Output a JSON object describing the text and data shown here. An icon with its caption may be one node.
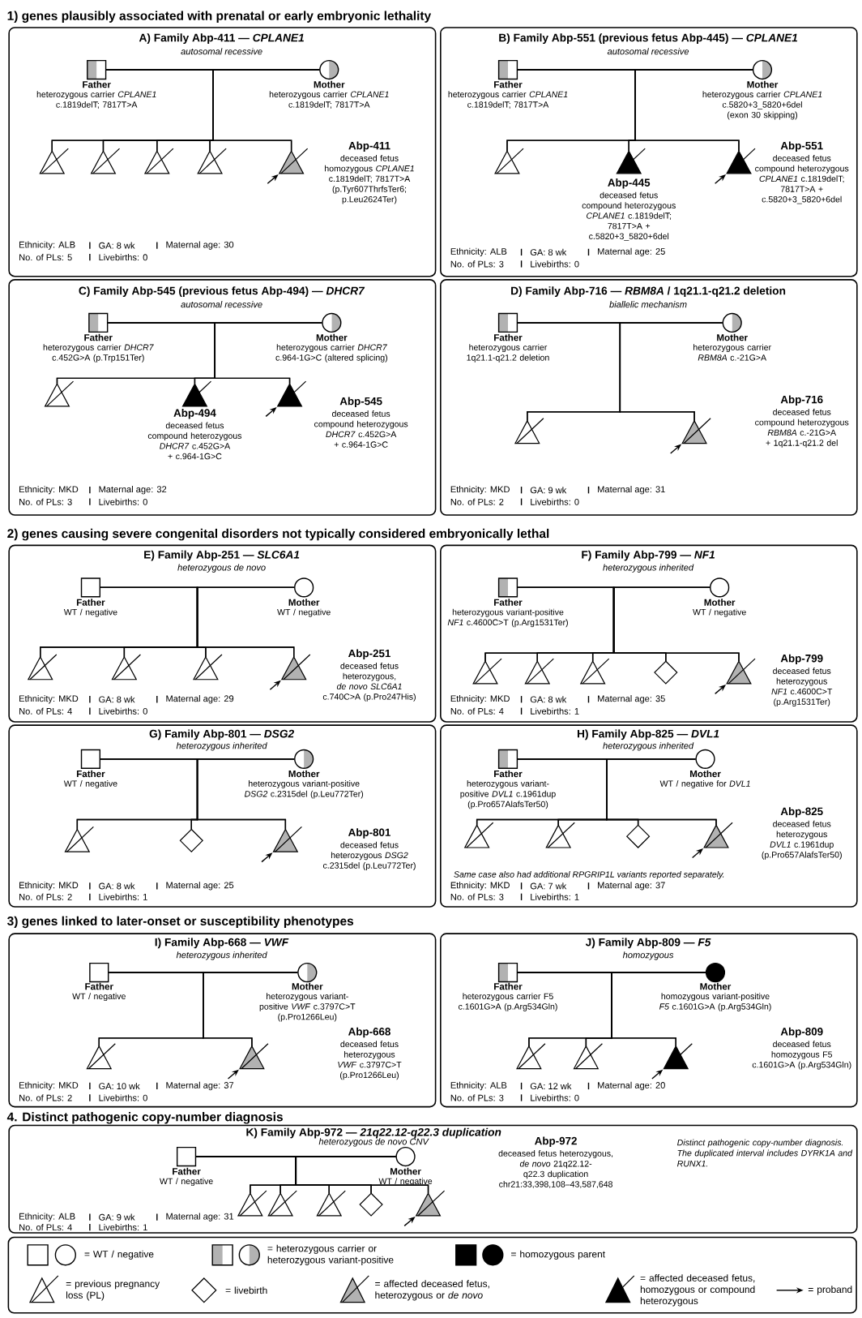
{
  "diagram": {
    "nodes": [
      {
        "text": [
          "A) Family Abp-411 — *CPLANE1*",
          "autosomal recessive",
          "Ethnicity: ALB",
          "GA: 8 wk",
          "Maternal age: 30",
          "No. of PLs: 5",
          "Livebirths: 0"
        ]
      },
      {
        "text": [
          "Father",
          "heterozygous carrier *CPLANE1* c.1819delT; 7817T>A"
        ],
        "in": 0
      },
      {
        "text": [
          "Mother",
          "heterozygous carrier *CPLANE1* c.1819delT; 7817T>A"
        ],
        "in": 0
      },
      {
        "text": [],
        "shape": "triangle",
        "in": 0
      },
      {
        "text": [],
        "shape": "triangle",
        "in": 0
      },
      {
        "text": [],
        "shape": "triangle",
        "in": 0
      },
      {
        "text": [],
        "shape": "triangle",
        "in": 0
      },
      {
        "text": [],
        "shape": "triangle",
        "in": 0,
        "beside": [
          "Abp-411",
          "deceased fetus homozygous *CPLANE1* c.1819delT; 7817T>A (p.Tyr607ThrfsTer6; p.Leu2624Ter)"
        ]
      },
      {
        "text": [
          "B) Family Abp-551 (previous fetus Abp-445) — *CPLANE1*",
          "autosomal recessive",
          "Ethnicity: ALB",
          "GA: 8 wk",
          "Maternal age: 25",
          "No. of PLs: 3",
          "Livebirths: 0"
        ]
      },
      {
        "text": [
          "Father",
          "heterozygous carrier *CPLANE1* c.1819delT; 7817T>A"
        ],
        "in": 8
      },
      {
        "text": [
          "Mother",
          "heterozygous carrier *CPLANE1* c.5820+3_5820+6del (exon 30 skipping)"
        ],
        "in": 8
      },
      {
        "text": [],
        "shape": "triangle",
        "in": 8
      },
      {
        "text": [],
        "shape": "triangle",
        "in": 8,
        "beside": [
          "Abp-445",
          "deceased fetus compound heterozygous *CPLANE1* c.1819delT; 7817T>A + c.5820+3_5820+6del"
        ]
      },
      {
        "text": [],
        "shape": "triangle",
        "in": 8,
        "beside": [
          "Abp-551",
          "deceased fetus compound heterozygous *CPLANE1* c.1819delT; 7817T>A + c.5820+3_5820+6del"
        ]
      },
      {
        "text": [
          "C) Family Abp-545 (previous fetus Abp-494) — *DHCR7*",
          "autosomal recessive",
          "Ethnicity: MKD",
          "Maternal age: 32",
          "No. of PLs: 3",
          "Livebirths: 0"
        ]
      },
      {
        "text": [
          "Father",
          "heterozygous carrier *DHCR7* c.452G>A (p.Trp151Ter)"
        ],
        "in": 14
      },
      {
        "text": [
          "Mother",
          "heterozygous carrier *DHCR7* c.964-1G>C (altered splicing)"
        ],
        "in": 14
      },
      {
        "text": [],
        "shape": "triangle",
        "in": 14
      },
      {
        "text": [],
        "shape": "triangle",
        "in": 14,
        "beside": [
          "Abp-494",
          "deceased fetus compound heterozygous *DHCR7* c.452G>A + c.964-1G>C"
        ]
      },
      {
        "text": [],
        "shape": "triangle",
        "in": 14,
        "beside": [
          "Abp-545",
          "deceased fetus compound heterozygous *DHCR7* c.452G>A + c.964-1G>C"
        ]
      },
      {
        "text": [
          "D) Family Abp-716 — *RBM8A* / 1q21.1-q21.2 deletion",
          "biallelic mechanism",
          "Ethnicity: MKD",
          "GA: 9 wk",
          "Maternal age: 31",
          "No. of PLs: 2",
          "Livebirths: 0"
        ]
      },
      {
        "text": [
          "Father",
          "heterozygous carrier 1q21.1-q21.2 deletion"
        ],
        "in": 20
      },
      {
        "text": [
          "Mother",
          "heterozygous carrier *RBM8A* c.-21G>A"
        ],
        "in": 20
      },
      {
        "text": [],
        "shape": "triangle",
        "in": 20
      },
      {
        "text": [],
        "shape": "triangle",
        "in": 20,
        "beside": [
          "Abp-716",
          "deceased fetus compound heterozygous *RBM8A* c.-21G>A + 1q21.1-q21.2 del"
        ]
      },
      {
        "text": [
          "E) Family Abp-251 — *SLC6A1*",
          "heterozygous de novo",
          "Ethnicity: MKD",
          "GA: 8 wk",
          "Maternal age: 29",
          "No. of PLs: 4",
          "Livebirths: 0"
        ]
      },
      {
        "text": [
          "Father",
          "WT / negative"
        ],
        "in": 25
      },
      {
        "text": [
          "Mother",
          "WT / negative"
        ],
        "in": 25
      },
      {
        "text": [],
        "shape": "triangle",
        "in": 25
      },
      {
        "text": [],
        "shape": "triangle",
        "in": 25
      },
      {
        "text": [],
        "shape": "triangle",
        "in": 25
      },
      {
        "text": [],
        "shape": "triangle",
        "in": 25,
        "beside": [
          "Abp-251",
          "deceased fetus heterozygous, *de novo* *SLC6A1* c.740C>A (p.Pro247His)"
        ]
      },
      {
        "text": [
          "F) Family Abp-799 — *NF1*",
          "heterozygous inherited",
          "Ethnicity: MKD",
          "GA: 8 wk",
          "Maternal age: 35",
          "No. of PLs: 4",
          "Livebirths: 1"
        ]
      },
      {
        "text": [
          "Father",
          "heterozygous variant-positive *NF1* c.4600C>T (p.Arg1531Ter)"
        ],
        "in": 32
      },
      {
        "text": [
          "Mother",
          "WT / negative"
        ],
        "in": 32
      },
      {
        "text": [],
        "shape": "triangle",
        "in": 32
      },
      {
        "text": [],
        "shape": "triangle",
        "in": 32
      },
      {
        "text": [],
        "shape": "triangle",
        "in": 32
      },
      {
        "text": [],
        "shape": "diamond",
        "in": 32
      },
      {
        "text": [],
        "shape": "triangle",
        "in": 32,
        "beside": [
          "Abp-799",
          "deceased fetus heterozygous *NF1* c.4600C>T (p.Arg1531Ter)"
        ]
      },
      {
        "text": [
          "G) Family Abp-801 — *DSG2*",
          "heterozygous inherited",
          "Ethnicity: MKD",
          "GA: 8 wk",
          "Maternal age: 25",
          "No. of PLs: 2",
          "Livebirths: 1"
        ]
      },
      {
        "text": [
          "Father",
          "WT / negative"
        ],
        "in": 40
      },
      {
        "text": [
          "Mother",
          "heterozygous variant-positive *DSG2* c.2315del (p.Leu772Ter)"
        ],
        "in": 40
      },
      {
        "text": [],
        "shape": "triangle",
        "in": 40
      },
      {
        "text": [],
        "shape": "diamond",
        "in": 40
      },
      {
        "text": [],
        "shape": "triangle",
        "in": 40,
        "beside": [
          "Abp-801",
          "deceased fetus heterozygous *DSG2* c.2315del (p.Leu772Ter)"
        ]
      },
      {
        "text": [
          "H) Family Abp-825 — *DVL1*",
          "heterozygous inherited",
          "Ethnicity: MKD",
          "GA: 7 wk",
          "Maternal age: 37",
          "No. of PLs: 3",
          "Livebirths: 1"
        ]
      },
      {
        "text": [
          "Father",
          "heterozygous variant-positive *DVL1* c.1961dup (p.Pro657AlafsTer50)"
        ],
        "in": 46
      },
      {
        "text": [
          "Mother",
          "WT / negative for *DVL1*"
        ],
        "in": 46
      },
      {
        "text": [],
        "shape": "triangle",
        "in": 46
      },
      {
        "text": [],
        "shape": "triangle",
        "in": 46
      },
      {
        "text": [],
        "shape": "diamond",
        "in": 46
      },
      {
        "text": [],
        "shape": "triangle",
        "in": 46,
        "beside": [
          "Abp-825",
          "deceased fetus heterozygous *DVL1* c.1961dup (p.Pro657AlafsTer50)"
        ]
      },
      {
        "text": [
          "I) Family Abp-668 — *VWF*",
          "heterozygous inherited",
          "Ethnicity: MKD",
          "GA: 10 wk",
          "Maternal age: 37",
          "No. of PLs: 2",
          "Livebirths: 0"
        ]
      },
      {
        "text": [
          "Father",
          "WT / negative"
        ],
        "in": 53
      },
      {
        "text": [
          "Mother",
          "heterozygous variant-positive *VWF* c.3797C>T (p.Pro1266Leu)"
        ],
        "in": 53
      },
      {
        "text": [],
        "shape": "triangle",
        "in": 53
      },
      {
        "text": [],
        "shape": "triangle",
        "in": 53,
        "beside": [
          "Abp-668",
          "deceased fetus heterozygous *VWF* c.3797C>T (p.Pro1266Leu)"
        ]
      },
      {
        "text": [
          "J) Family Abp-809 — *F5*",
          "homozygous",
          "Ethnicity: ALB",
          "GA: 12 wk",
          "Maternal age: 20",
          "No. of PLs: 3",
          "Livebirths: 0"
        ]
      },
      {
        "text": [
          "Father",
          "heterozygous carrier F5 c.1601G>A (p.Arg534Gln)"
        ],
        "in": 58
      },
      {
        "text": [
          "Mother",
          "homozygous variant-positive *F5* c.1601G>A (p.Arg534Gln)"
        ],
        "in": 58
      },
      {
        "text": [],
        "shape": "triangle",
        "in": 58
      },
      {
        "text": [],
        "shape": "triangle",
        "in": 58
      },
      {
        "text": [],
        "shape": "triangle",
        "in": 58,
        "beside": [
          "Abp-809",
          "deceased fetus homozygous F5 c.1601G>A (p.Arg534Gln)"
        ]
      },
      {
        "text": [
          "K) Family Abp-972 — *21q22.12-q22.3 duplication*",
          "heterozygous de novo CNV",
          "Ethnicity: ALB",
          "GA: 9 wk",
          "Maternal age: 31",
          "No. of PLs: 4",
          "Livebirths: 1"
        ]
      },
      {
        "text": [
          "Father",
          "WT / negative"
        ],
        "in": 64
      },
      {
        "text": [
          "Mother",
          "WT / negative"
        ],
        "in": 64
      },
      {
        "text": [],
        "shape": "triangle",
        "in": 64
      },
      {
        "text": [],
        "shape": "triangle",
        "in": 64
      },
      {
        "text": [],
        "shape": "triangle",
        "in": 64
      },
      {
        "text": [],
        "shape": "diamond",
        "in": 64
      },
      {
        "text": [],
        "shape": "triangle",
        "in": 64,
        "beside": [
          "Abp-972",
          "deceased fetus heterozygous, *de novo* 21q22.12-q22.3 duplication chr21:33,398,108–43,587,648"
        ]
      }
    ],
    "edges": [
      {
        "from": 1,
        "to": 2,
        "arrow": "none"
      },
      {
        "from": 1,
        "to": 3,
        "arrow": "none"
      },
      {
        "from": 2,
        "to": 3,
        "arrow": "none"
      },
      {
        "from": 1,
        "to": 4,
        "arrow": "none"
      },
      {
        "from": 2,
        "to": 4,
        "arrow": "none"
      },
      {
        "from": 1,
        "to": 5,
        "arrow": "none"
      },
      {
        "from": 2,
        "to": 5,
        "arrow": "none"
      },
      {
        "from": 1,
        "to": 6,
        "arrow": "none"
      },
      {
        "from": 2,
        "to": 6,
        "arrow": "none"
      },
      {
        "from": 1,
        "to": 7,
        "arrow": "none"
      },
      {
        "from": 2,
        "to": 7,
        "arrow": "none"
      },
      {
        "from": null,
        "to": 7,
        "arrow": "to"
      },
      {
        "from": 9,
        "to": 10,
        "arrow": "none"
      },
      {
        "from": 9,
        "to": 11,
        "arrow": "none"
      },
      {
        "from": 10,
        "to": 11,
        "arrow": "none"
      },
      {
        "from": 9,
        "to": 12,
        "arrow": "none"
      },
      {
        "from": 10,
        "to": 12,
        "arrow": "none"
      },
      {
        "from": 9,
        "to": 13,
        "arrow": "none"
      },
      {
        "from": 10,
        "to": 13,
        "arrow": "none"
      },
      {
        "from": null,
        "to": 13,
        "arrow": "to"
      },
      {
        "from": 15,
        "to": 16,
        "arrow": "none"
      },
      {
        "from": 15,
        "to": 17,
        "arrow": "none"
      },
      {
        "from": 16,
        "to": 17,
        "arrow": "none"
      },
      {
        "from": 15,
        "to": 18,
        "arrow": "none"
      },
      {
        "from": 16,
        "to": 18,
        "arrow": "none"
      },
      {
        "from": 15,
        "to": 19,
        "arrow": "none"
      },
      {
        "from": 16,
        "to": 19,
        "arrow": "none"
      },
      {
        "from": null,
        "to": 19,
        "arrow": "to"
      },
      {
        "from": 21,
        "to": 22,
        "arrow": "none"
      },
      {
        "from": 21,
        "to": 23,
        "arrow": "none"
      },
      {
        "from": 22,
        "to": 23,
        "arrow": "none"
      },
      {
        "from": 21,
        "to": 24,
        "arrow": "none"
      },
      {
        "from": 22,
        "to": 24,
        "arrow": "none"
      },
      {
        "from": null,
        "to": 24,
        "arrow": "to"
      },
      {
        "from": 26,
        "to": 27,
        "arrow": "none"
      },
      {
        "from": 26,
        "to": 28,
        "arrow": "none"
      },
      {
        "from": 27,
        "to": 28,
        "arrow": "none"
      },
      {
        "from": 26,
        "to": 29,
        "arrow": "none"
      },
      {
        "from": 27,
        "to": 29,
        "arrow": "none"
      },
      {
        "from": 26,
        "to": 30,
        "arrow": "none"
      },
      {
        "from": 27,
        "to": 30,
        "arrow": "none"
      },
      {
        "from": 26,
        "to": 31,
        "arrow": "none"
      },
      {
        "from": 27,
        "to": 31,
        "arrow": "none"
      },
      {
        "from": null,
        "to": 31,
        "arrow": "to"
      },
      {
        "from": 33,
        "to": 34,
        "arrow": "none"
      },
      {
        "from": 33,
        "to": 35,
        "arrow": "none"
      },
      {
        "from": 34,
        "to": 35,
        "arrow": "none"
      },
      {
        "from": 33,
        "to": 36,
        "arrow": "none"
      },
      {
        "from": 34,
        "to": 36,
        "arrow": "none"
      },
      {
        "from": 33,
        "to": 37,
        "arrow": "none"
      },
      {
        "from": 34,
        "to": 37,
        "arrow": "none"
      },
      {
        "from": 33,
        "to": 38,
        "arrow": "none"
      },
      {
        "from": 34,
        "to": 38,
        "arrow": "none"
      },
      {
        "from": 33,
        "to": 39,
        "arrow": "none"
      },
      {
        "from": 34,
        "to": 39,
        "arrow": "none"
      },
      {
        "from": null,
        "to": 39,
        "arrow": "to"
      },
      {
        "from": 41,
        "to": 42,
        "arrow": "none"
      },
      {
        "from": 41,
        "to": 43,
        "arrow": "none"
      },
      {
        "from": 42,
        "to": 43,
        "arrow": "none"
      },
      {
        "from": 41,
        "to": 44,
        "arrow": "none"
      },
      {
        "from": 42,
        "to": 44,
        "arrow": "none"
      },
      {
        "from": 41,
        "to": 45,
        "arrow": "none"
      },
      {
        "from": 42,
        "to": 45,
        "arrow": "none"
      },
      {
        "from": null,
        "to": 45,
        "arrow": "to"
      },
      {
        "from": 47,
        "to": 48,
        "arrow": "none"
      },
      {
        "from": 47,
        "to": 49,
        "arrow": "none"
      },
      {
        "from": 48,
        "to": 49,
        "arrow": "none"
      },
      {
        "from": 47,
        "to": 50,
        "arrow": "none"
      },
      {
        "from": 48,
        "to": 50,
        "arrow": "none"
      },
      {
        "from": 47,
        "to": 51,
        "arrow": "none"
      },
      {
        "from": 48,
        "to": 51,
        "arrow": "none"
      },
      {
        "from": 47,
        "to": 52,
        "arrow": "none"
      },
      {
        "from": 48,
        "to": 52,
        "arrow": "none"
      },
      {
        "from": null,
        "to": 52,
        "arrow": "to"
      },
      {
        "from": 54,
        "to": 55,
        "arrow": "none"
      },
      {
        "from": 54,
        "to": 56,
        "arrow": "none"
      },
      {
        "from": 55,
        "to": 56,
        "arrow": "none"
      },
      {
        "from": 54,
        "to": 57,
        "arrow": "none"
      },
      {
        "from": 55,
        "to": 57,
        "arrow": "none"
      },
      {
        "from": null,
        "to": 57,
        "arrow": "to"
      },
      {
        "from": 59,
        "to": 60,
        "arrow": "none"
      },
      {
        "from": 59,
        "to": 61,
        "arrow": "none"
      },
      {
        "from": 60,
        "to": 61,
        "arrow": "none"
      },
      {
        "from": 59,
        "to": 62,
        "arrow": "none"
      },
      {
        "from": 60,
        "to": 62,
        "arrow": "none"
      },
      {
        "from": 59,
        "to": 63,
        "arrow": "none"
      },
      {
        "from": 60,
        "to": 63,
        "arrow": "none"
      },
      {
        "from": null,
        "to": 63,
        "arrow": "to"
      },
      {
        "from": 65,
        "to": 66,
        "arrow": "none"
      },
      {
        "from": 65,
        "to": 67,
        "arrow": "none"
      },
      {
        "from": 66,
        "to": 67,
        "arrow": "none"
      },
      {
        "from": 65,
        "to": 68,
        "arrow": "none"
      },
      {
        "from": 66,
        "to": 68,
        "arrow": "none"
      },
      {
        "from": 65,
        "to": 69,
        "arrow": "none"
      },
      {
        "from": 66,
        "to": 69,
        "arrow": "none"
      },
      {
        "from": 65,
        "to": 70,
        "arrow": "none"
      },
      {
        "from": 66,
        "to": 70,
        "arrow": "none"
      },
      {
        "from": 65,
        "to": 71,
        "arrow": "none"
      },
      {
        "from": 66,
        "to": 71,
        "arrow": "none"
      },
      {
        "from": null,
        "to": 71,
        "arrow": "to"
      }
    ],
    "labels": [
      "1) genes plausibly associated with prenatal or early embryonic lethality",
      "2) genes causing severe congenital disorders not typically considered embryonically lethal",
      "Same case also had additional RPGRIP1L variants reported separately.",
      "3) genes linked to later-onset or susceptibility phenotypes",
      "4. Distinct pathogenic copy-number diagnosis",
      "Distinct pathogenic copy-number diagnosis. The duplicated interval includes DYRK1A and RUNX1."
    ],
    "legend": [
      {
        "text": "= WT / negative"
      },
      {
        "text": "= heterozygous carrier or heterozygous variant-positive"
      },
      {
        "text": "= homozygous parent"
      },
      {
        "text": "= previous pregnancy loss (PL)"
      },
      {
        "text": "= livebirth"
      },
      {
        "text": "= affected deceased fetus, heterozygous or *de novo*"
      },
      {
        "text": "= affected deceased fetus, homozygous or compound heterozygous"
      },
      {
        "text": "= proband"
      }
    ]
  }
}
